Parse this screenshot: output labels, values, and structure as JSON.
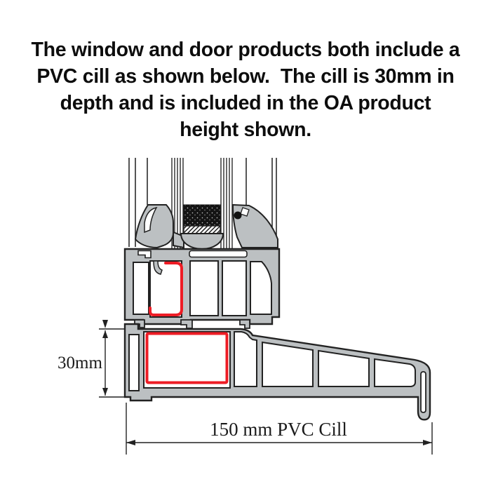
{
  "heading": {
    "lines": [
      "The window and door products both include a",
      "PVC cill as shown below.  The cill is 30mm in",
      "depth and is included in the OA product",
      "height shown."
    ]
  },
  "diagram": {
    "depth_label": "30mm",
    "width_label": "150 mm PVC Cill",
    "highlight_color": "#ee1c25",
    "profile_fill": "#bcc0c2",
    "outline_color": "#222222",
    "spacer_color": "#141414"
  }
}
